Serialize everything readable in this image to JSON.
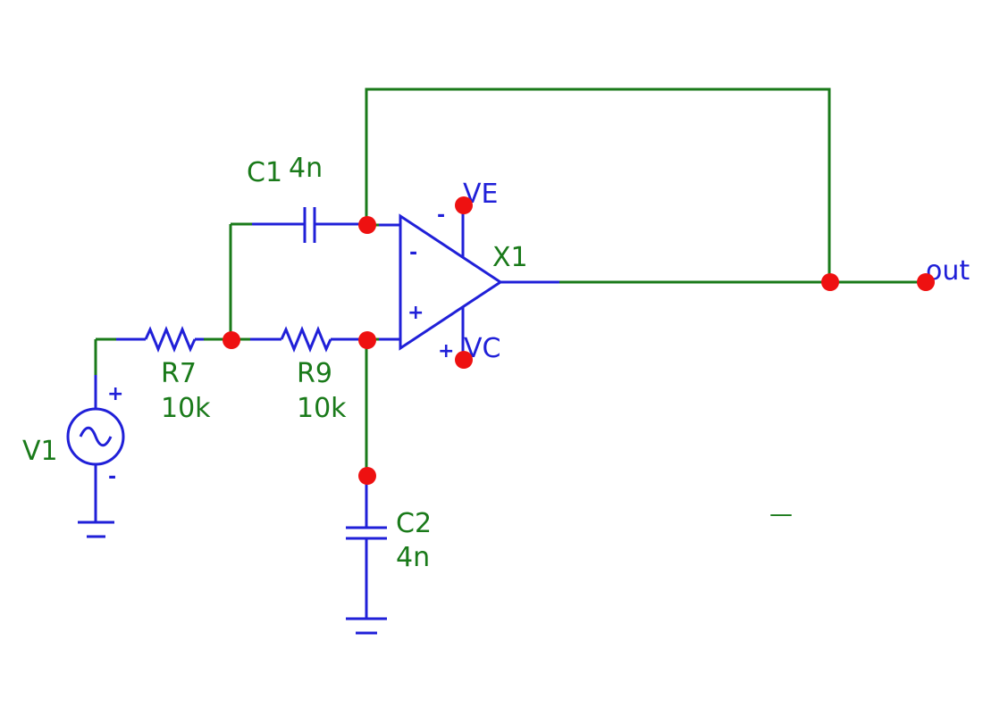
{
  "components": {
    "v1": {
      "name": "V1",
      "plus": "+",
      "minus": "-"
    },
    "r7": {
      "name": "R7",
      "value": "10k"
    },
    "r9": {
      "name": "R9",
      "value": "10k"
    },
    "c1": {
      "name": "C1",
      "value": "4n"
    },
    "c2": {
      "name": "C2",
      "value": "4n"
    },
    "x1": {
      "name": "X1",
      "inv": "-",
      "noninv": "+"
    }
  },
  "supplies": {
    "ve": {
      "label": "VE",
      "pol": "-"
    },
    "vc": {
      "label": "VC",
      "pol": "+"
    }
  },
  "output": {
    "label": "out"
  },
  "misc": {
    "stray_mark": "—"
  },
  "colors": {
    "wire": "#1a7a1a",
    "component": "#2020d8",
    "node": "#ee1111"
  }
}
